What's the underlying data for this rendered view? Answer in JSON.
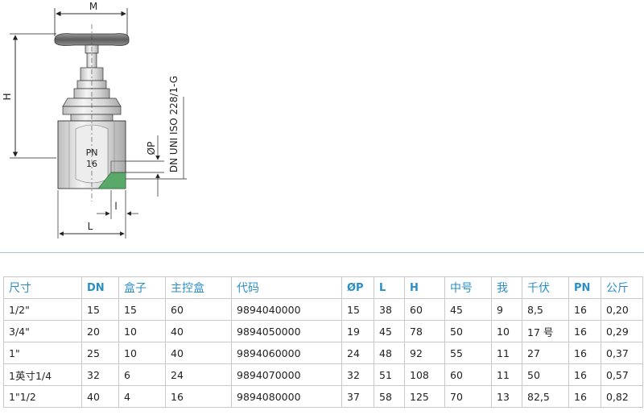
{
  "drawing": {
    "dim_m": "M",
    "dim_h": "H",
    "dim_l_big": "L",
    "dim_l_small": "l",
    "dim_p": "ØP",
    "standard": "DN UNI ISO 228/1-G",
    "pn_label": "PN",
    "pn_value": "16"
  },
  "table": {
    "headers": [
      "尺寸",
      "DN",
      "盒子",
      "主控盒",
      "代码",
      "ØP",
      "L",
      "H",
      "中号",
      "我",
      "千伏",
      "PN",
      "公斤"
    ],
    "rows": [
      [
        "1/2\"",
        "15",
        "15",
        "60",
        "9894040000",
        "15",
        "38",
        "60",
        "45",
        "9",
        "8,5",
        "16",
        "0,20"
      ],
      [
        "3/4\"",
        "20",
        "10",
        "40",
        "9894050000",
        "19",
        "45",
        "78",
        "50",
        "10",
        "17 号",
        "16",
        "0,29"
      ],
      [
        "1\"",
        "25",
        "10",
        "40",
        "9894060000",
        "24",
        "48",
        "92",
        "55",
        "11",
        "27",
        "16",
        "0,37"
      ],
      [
        "1英寸1/4",
        "32",
        "6",
        "24",
        "9894070000",
        "32",
        "51",
        "108",
        "60",
        "11",
        "50",
        "16",
        "0,57"
      ],
      [
        "1\"1/2",
        "40",
        "4",
        "16",
        "9894080000",
        "37",
        "58",
        "125",
        "70",
        "13",
        "82,5",
        "16",
        "0,82"
      ]
    ]
  },
  "colors": {
    "header_text": "#2b8fc6",
    "divider": "#9fc3d8",
    "thread_highlight": "#5aa86a"
  }
}
